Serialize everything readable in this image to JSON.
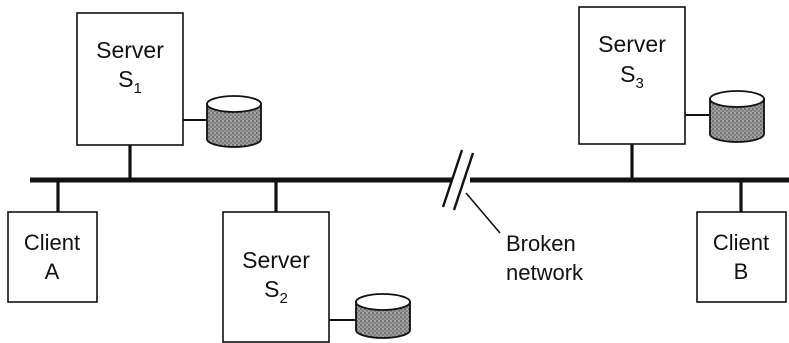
{
  "servers": [
    {
      "name": "Server",
      "sub_letter": "S",
      "sub_index": "1"
    },
    {
      "name": "Server",
      "sub_letter": "S",
      "sub_index": "2"
    },
    {
      "name": "Server",
      "sub_letter": "S",
      "sub_index": "3"
    }
  ],
  "clients": [
    {
      "line1": "Client",
      "line2": "A"
    },
    {
      "line1": "Client",
      "line2": "B"
    }
  ],
  "break_label": {
    "line1": "Broken",
    "line2": "network"
  },
  "colors": {
    "disk_fill": "#8a8a8a",
    "line": "#111111"
  }
}
